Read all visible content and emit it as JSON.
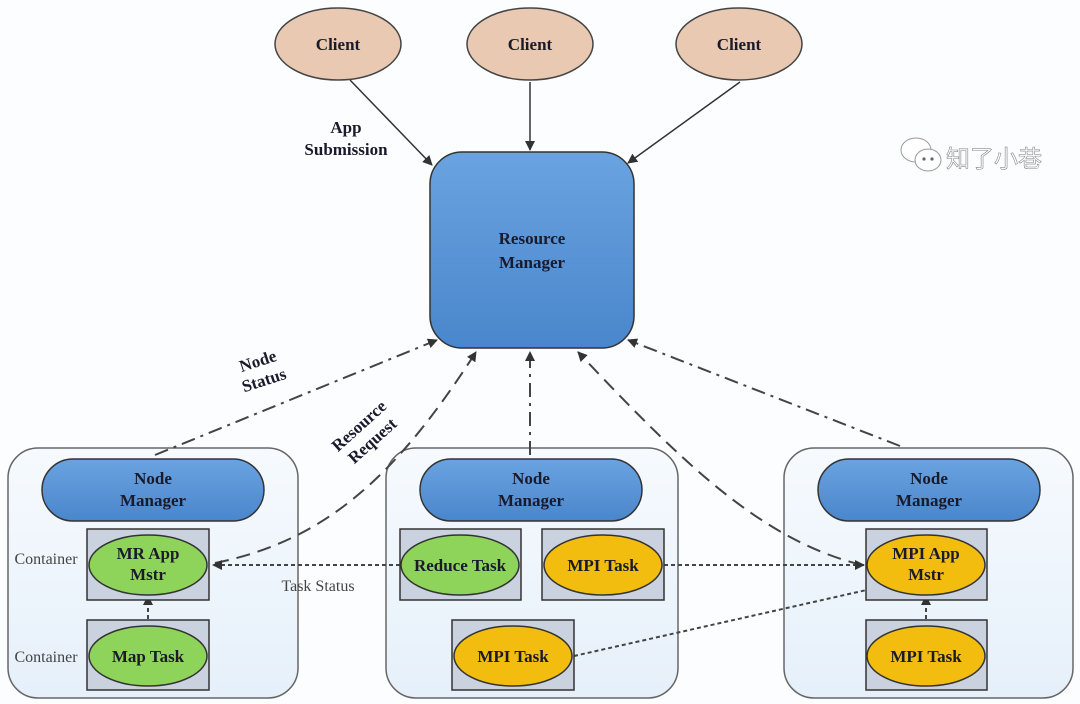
{
  "clients": [
    "Client",
    "Client",
    "Client"
  ],
  "labels": {
    "app_submission": [
      "App",
      "Submission"
    ],
    "node_status": [
      "Node",
      "Status"
    ],
    "resource_request": [
      "Resource",
      "Request"
    ],
    "task_status": "Task Status",
    "container": "Container"
  },
  "resource_manager": [
    "Resource",
    "Manager"
  ],
  "node_manager": [
    "Node",
    "Manager"
  ],
  "nodes": [
    {
      "tasks": [
        [
          "MR App",
          "Mstr"
        ],
        [
          "Map Task"
        ]
      ]
    },
    {
      "tasks": [
        [
          "Reduce Task"
        ],
        [
          "MPI Task"
        ],
        [
          "MPI Task"
        ]
      ]
    },
    {
      "tasks": [
        [
          "MPI App",
          "Mstr"
        ],
        [
          "MPI Task"
        ]
      ]
    }
  ],
  "watermark": "知了小巷",
  "colors": {
    "client": "#e9c9b1",
    "manager": "#5b96d6",
    "green_task": "#8fd45a",
    "yellow_task": "#f2bd0e",
    "container": "#c9d2de"
  }
}
